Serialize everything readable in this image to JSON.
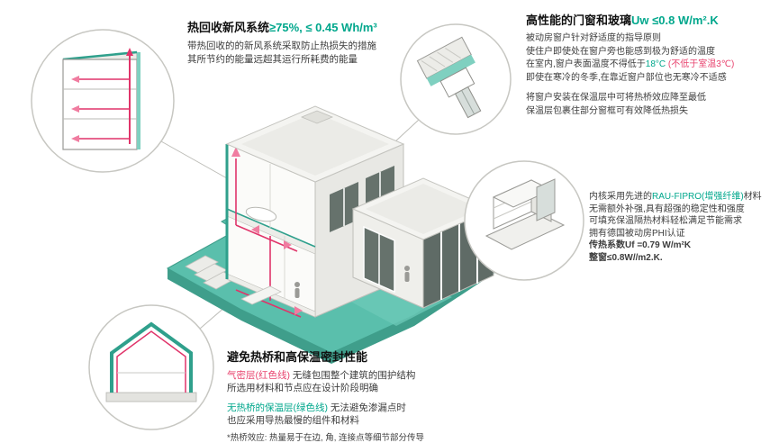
{
  "accent": {
    "green": "#00A78C",
    "pink": "#E8436E",
    "red_line": "#E0346A",
    "teal_ground": "#5ABFAC"
  },
  "sections": {
    "ventilation": {
      "title": "热回收新风系统",
      "title_value": "≥75%, ≤ 0.45 Wh/m³",
      "l1": "带热回收的的新风系统采取防止热损失的措施",
      "l2": "其所节约的能量远超其运行所耗费的能量"
    },
    "windows": {
      "title": "高性能的门窗和玻璃",
      "title_value": "Uw ≤0.8 W/m².K",
      "l1": "被动房窗户针对舒适度的指导原则",
      "l2": "使住户即使处在窗户旁也能感到极为舒适的温度",
      "l3_pre": "在室内,窗户表面温度不得低于",
      "l3_temp": "18°C",
      "l3_note": " (不低于室温3℃)",
      "l4": "即使在寒冷的冬季,在靠近窗户部位也无寒冷不适感",
      "l5": "将窗户安装在保温层中可将热桥效应降至最低",
      "l6": "保温层包裹住部分窗框可有效降低热损失"
    },
    "profile": {
      "l1_pre": "内核采用先进的",
      "l1_brand": "RAU-FIPRO(增强纤维)",
      "l1_post": "材料",
      "l2": "无需额外补强,具有超强的稳定性和强度",
      "l3": "可填充保温隔热材料轻松满足节能需求",
      "l4": "拥有德国被动房PHI认证",
      "l5": "传热系数Uf =0.79 W/m²K",
      "l6": "整窗≤0.8W//m2.K."
    },
    "thermal": {
      "title": "避免热桥和高保温密封性能",
      "l1_label": "气密层(红色线)",
      "l1_rest": " 无缝包围整个建筑的围护结构",
      "l2": "所选用材料和节点应在设计阶段明确",
      "l3_label": "无热桥的保温层(绿色线)",
      "l3_rest": " 无法避免渗漏点时",
      "l4": "也应采用导热最慢的组件和材料",
      "footnote": "*热桥效应: 热量易于在边, 角, 连接点等细节部分传导"
    }
  }
}
